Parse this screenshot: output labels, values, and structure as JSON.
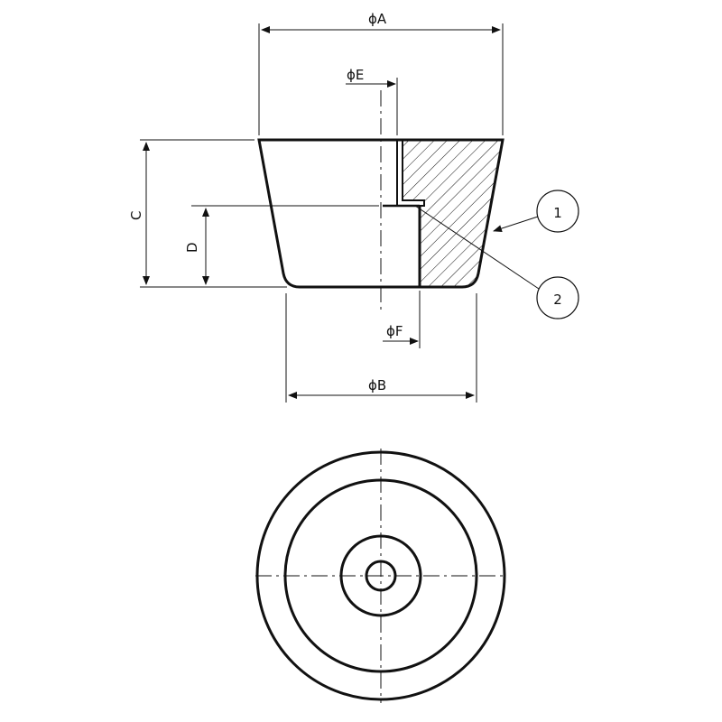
{
  "dimensions": {
    "dia_a": "ϕA",
    "dia_b": "ϕB",
    "dia_e": "ϕE",
    "dia_f": "ϕF",
    "height_c": "C",
    "depth_d": "D"
  },
  "balloons": [
    "1",
    "2"
  ],
  "colors": {
    "line": "#111111",
    "background": "#ffffff"
  }
}
